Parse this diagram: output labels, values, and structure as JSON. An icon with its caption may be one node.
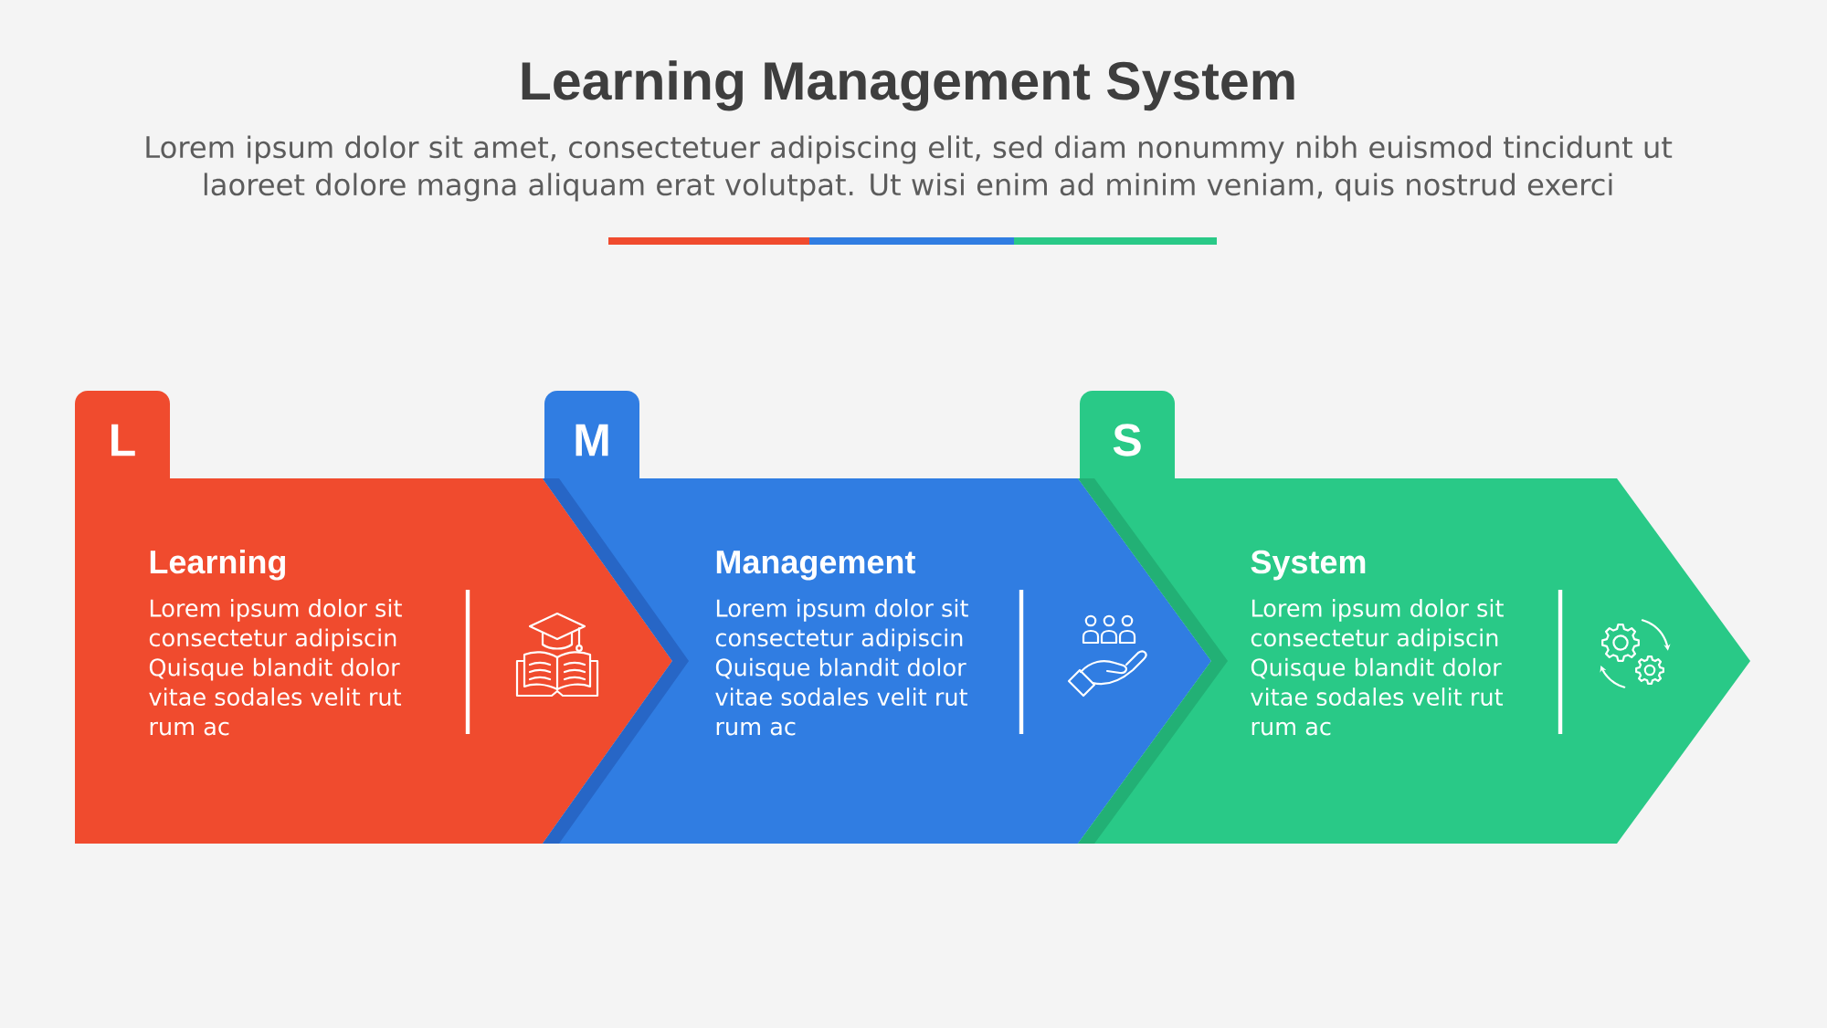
{
  "diagram": {
    "title": "Learning Management System",
    "nodes": [
      {
        "text": [
          "L",
          "Learning",
          "Lorem ipsum dolor sit consectetur adipiscin Quisque blandit dolor vitae sodales velit rut rum ac"
        ]
      },
      {
        "text": [
          "M",
          "Management",
          "Lorem ipsum dolor sit consectetur adipiscin Quisque blandit dolor vitae sodales velit rut rum ac"
        ]
      },
      {
        "text": [
          "S",
          "System",
          "Lorem ipsum dolor sit consectetur adipiscin Quisque blandit dolor vitae sodales velit rut rum ac"
        ]
      }
    ],
    "labels": [
      "Lorem ipsum dolor sit amet, consectetuer adipiscing elit, sed diam nonummy nibh euismod tincidunt ut laoreet dolore magna aliquam erat volutpat. Ut wisi enim ad minim veniam, quis nostrud exerci"
    ]
  }
}
